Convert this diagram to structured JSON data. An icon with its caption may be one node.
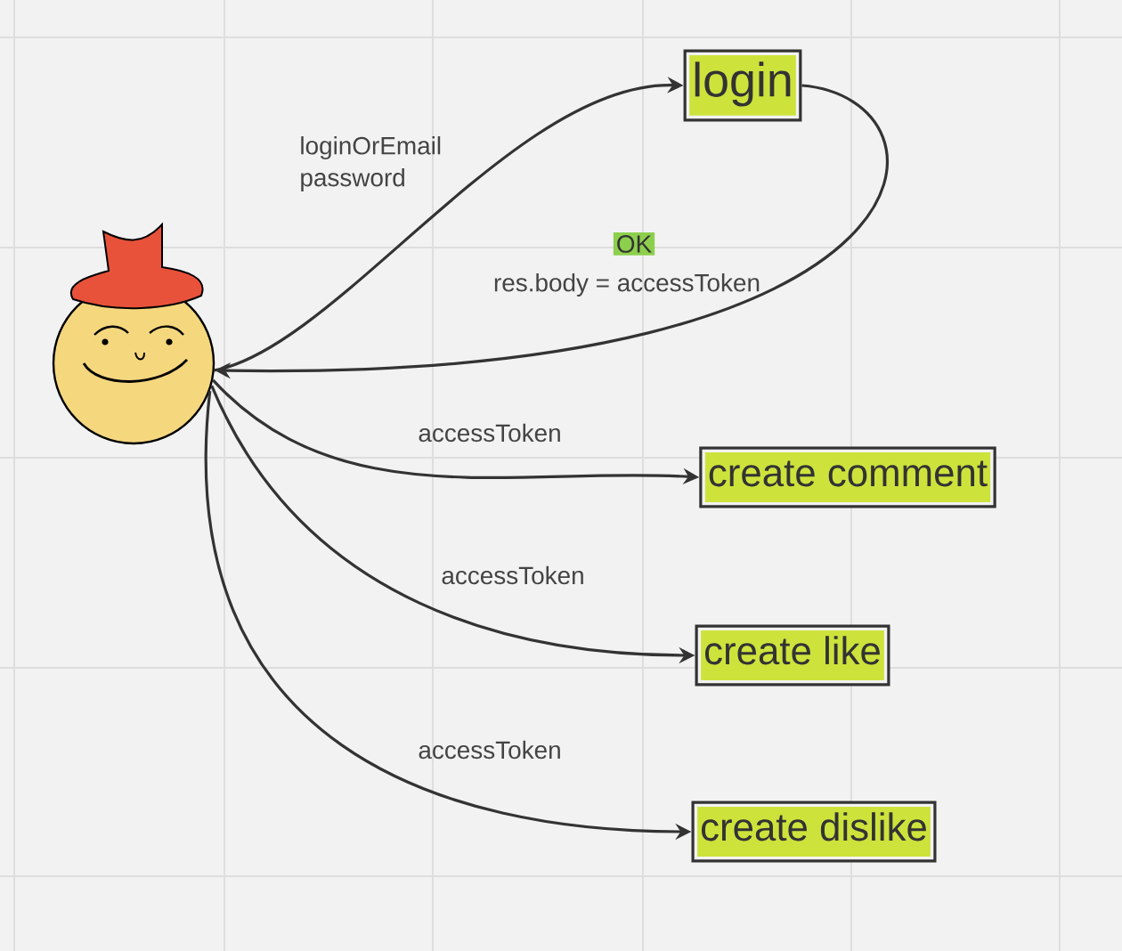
{
  "diagram": {
    "nodes": [
      {
        "text": [],
        "shape": "picture"
      },
      {
        "text": [
          "login"
        ]
      },
      {
        "text": [
          "create comment"
        ]
      },
      {
        "text": [
          "create like"
        ]
      },
      {
        "text": [
          "create dislike"
        ]
      }
    ],
    "edges": [
      {
        "from": 0,
        "to": 1,
        "arrow": "to",
        "label": "loginOrEmail password"
      },
      {
        "from": 1,
        "to": 0,
        "arrow": "to",
        "label": "res.body = accessToken"
      },
      {
        "from": 0,
        "to": 2,
        "arrow": "to",
        "label": "accessToken"
      },
      {
        "from": 0,
        "to": 3,
        "arrow": "to",
        "label": "accessToken"
      },
      {
        "from": 0,
        "to": 4,
        "arrow": "to",
        "label": "accessToken"
      }
    ],
    "labels": [
      "OK"
    ]
  }
}
